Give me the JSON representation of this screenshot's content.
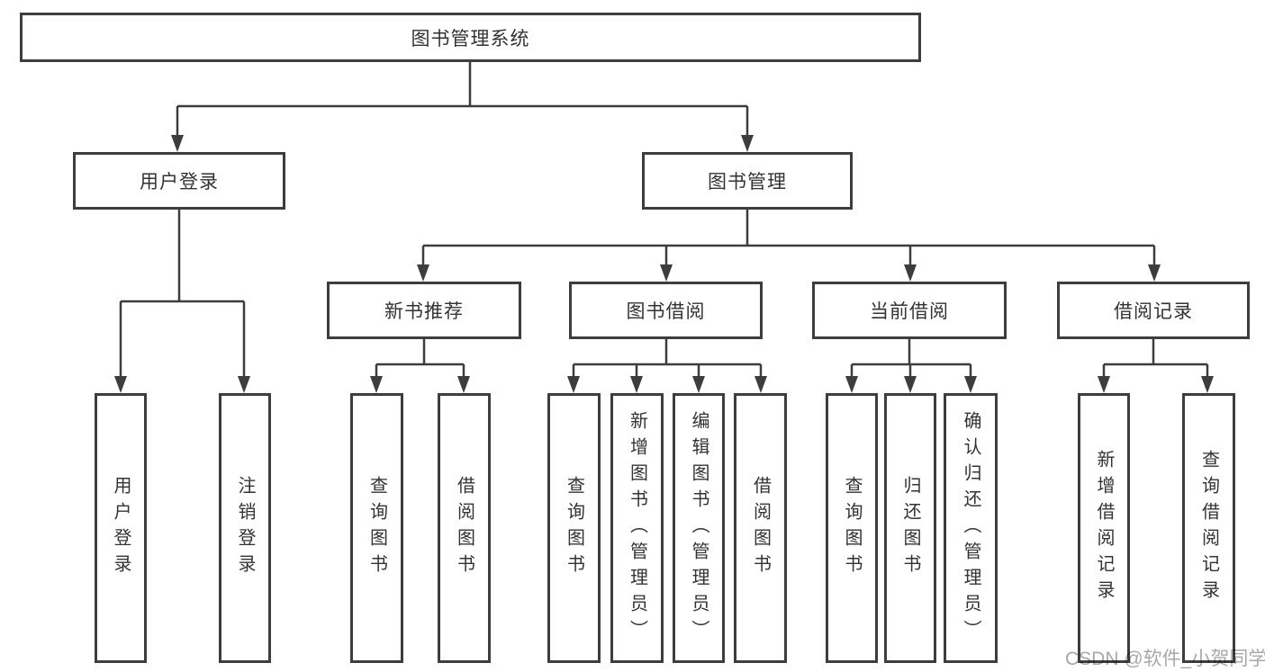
{
  "root": {
    "label": "图书管理系统"
  },
  "level1": {
    "user_login": {
      "label": "用户登录"
    },
    "book_management": {
      "label": "图书管理"
    }
  },
  "user_login_children": [
    {
      "label": "用户登录"
    },
    {
      "label": "注销登录"
    }
  ],
  "sections": [
    {
      "label": "新书推荐",
      "children": [
        {
          "label": "查询图书"
        },
        {
          "label": "借阅图书"
        }
      ]
    },
    {
      "label": "图书借阅",
      "children": [
        {
          "label": "查询图书"
        },
        {
          "label": "新增图书（管理员）"
        },
        {
          "label": "编辑图书（管理员）"
        },
        {
          "label": "借阅图书"
        }
      ]
    },
    {
      "label": "当前借阅",
      "children": [
        {
          "label": "查询图书"
        },
        {
          "label": "归还图书"
        },
        {
          "label": "确认归还（管理员）"
        }
      ]
    },
    {
      "label": "借阅记录",
      "children": [
        {
          "label": "新增借阅记录"
        },
        {
          "label": "查询借阅记录"
        }
      ]
    }
  ],
  "watermark": {
    "text": "CSDN @软件_小贺同学"
  },
  "colors": {
    "line": "#3d3d3d",
    "box_border": "#3d3d3d",
    "text": "#333333",
    "background": "#ffffff",
    "watermark": "#a8a8a8"
  }
}
